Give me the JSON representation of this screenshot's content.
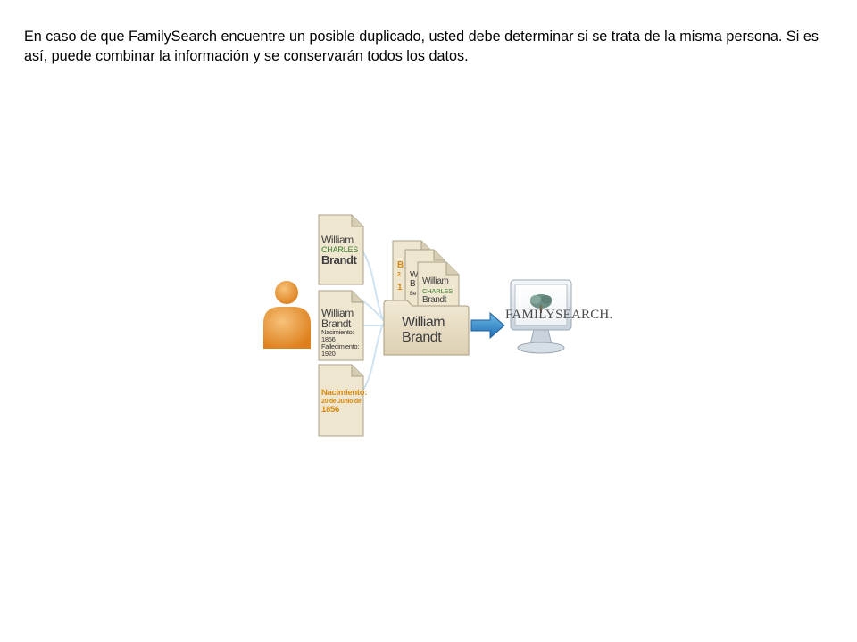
{
  "intro_text": "En caso de que FamilySearch encuentre un posible duplicado, usted debe determinar si se trata de la misma persona. Si es así, puede combinar la información y  se conservarán todos los datos.",
  "record1": {
    "first": "William",
    "middle": "CHARLES",
    "last": "Brandt"
  },
  "record2": {
    "first": "William",
    "last": "Brandt",
    "birth_label": "Nacimiento:",
    "birth_year": "1856",
    "death_label": "Fallecimiento:",
    "death_year": "1920"
  },
  "record3": {
    "label": "Nacimiento:",
    "date": "20 de Junio de",
    "year": "1856"
  },
  "folder": {
    "first": "William",
    "last": "Brandt"
  },
  "stack_top": {
    "first": "William",
    "middle": "CHARLES",
    "last": "Brandt"
  },
  "logo": {
    "text": "FAMILYSEARCH."
  },
  "colors": {
    "paper": "#efe6cf",
    "folder": "#e7ddc3",
    "arrow": "#2e86c9",
    "person": "#e8902e",
    "monitor": "#d9e1ea"
  }
}
